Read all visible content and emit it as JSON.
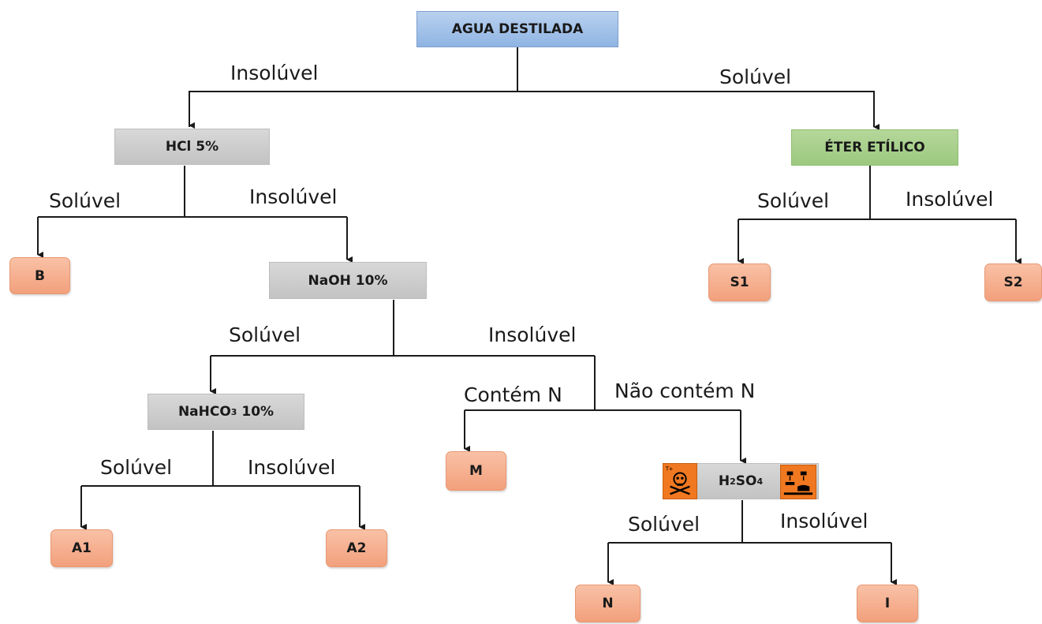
{
  "nodes": {
    "root": "AGUA DESTILADA",
    "hcl": "HCl 5%",
    "ether": "ÉTER ETÍLICO",
    "naoh": "NaOH 10%",
    "nahco3_main": "NaHCO",
    "nahco3_sub": "3",
    "nahco3_tail": " 10%",
    "h2so4_h": "H",
    "h2so4_sub1": "2",
    "h2so4_so": "SO",
    "h2so4_sub2": "4",
    "b": "B",
    "s1": "S1",
    "s2": "S2",
    "a1": "A1",
    "a2": "A2",
    "m": "M",
    "n": "N",
    "i": "I"
  },
  "labels": {
    "root_left": "Insolúvel",
    "root_right": "Solúvel",
    "hcl_left": "Solúvel",
    "hcl_right": "Insolúvel",
    "ether_left": "Solúvel",
    "ether_right": "Insolúvel",
    "naoh_left": "Solúvel",
    "naoh_right": "Insolúvel",
    "contains_n": "Contém N",
    "no_n": "Não contém N",
    "nahco3_left": "Solúvel",
    "nahco3_right": "Insolúvel",
    "h2so4_left": "Solúvel",
    "h2so4_right": "Insolúvel"
  },
  "icons": [
    "toxic-skull-icon",
    "corrosive-icon"
  ],
  "colors": {
    "root": "#8fb4e3",
    "reagent": "#c8c8c8",
    "ether": "#9cc97f",
    "result": "#f4a582",
    "hazard": "#f07820"
  }
}
